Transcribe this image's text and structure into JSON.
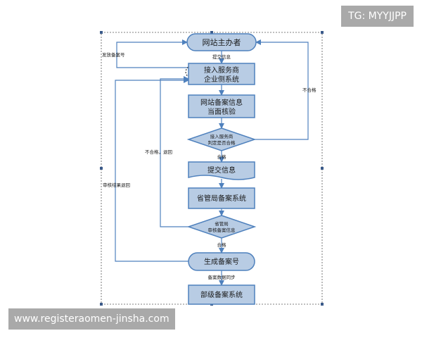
{
  "diagram": {
    "nodes": {
      "website_owner": "网站主办者",
      "access_provider_line1": "接入服务商",
      "access_provider_line2": "企业侧系统",
      "review_line1": "网站备案信息",
      "review_line2": "当面核验",
      "provider_decision_line1": "接入服务商",
      "provider_decision_line2": "判定是否合格",
      "submit_info": "提交信息",
      "provincial_system": "省管局备案系统",
      "bureau_decision_line1": "省管局",
      "bureau_decision_line2": "审核备案信息",
      "generate_number": "生成备案号",
      "ministry_system": "部级备案系统"
    },
    "edge_labels": {
      "submit_info": "提交信息",
      "issue_number": "发放备案号",
      "fail_right": "不合格",
      "pass_1": "合格",
      "fail_return": "不合格，退回",
      "result_return": "审核结果退回",
      "pass_2": "合格",
      "data_sync": "备案数据同步"
    }
  },
  "watermarks": {
    "tag": "TG: MYYJJPP",
    "url": "www.registeraomen-jinsha.com"
  },
  "colors": {
    "node_fill": "#b8cce4",
    "node_stroke": "#4f81bd",
    "line": "#4f81bd",
    "text": "#1a1a1a",
    "watermark_bg": "#a9a9a9"
  }
}
